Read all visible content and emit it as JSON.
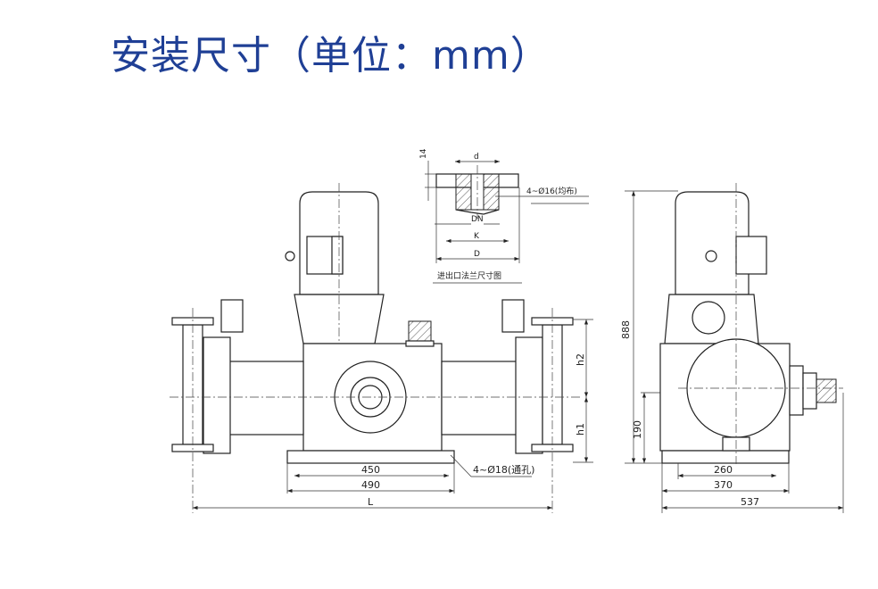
{
  "title": "安装尺寸（单位：mm）",
  "flange": {
    "thickness": "14",
    "d": "d",
    "holes": "4~Ø16(均布)",
    "dn": "DN",
    "k": "K",
    "D": "D",
    "caption": "进出口法兰尺寸图"
  },
  "front": {
    "h2": "h2",
    "h1": "h1",
    "dim_450": "450",
    "dim_490": "490",
    "holes": "4~Ø18(通孔)",
    "L": "L"
  },
  "side": {
    "height": "888",
    "dim_190": "190",
    "dim_260": "260",
    "dim_370": "370",
    "dim_537": "537"
  }
}
